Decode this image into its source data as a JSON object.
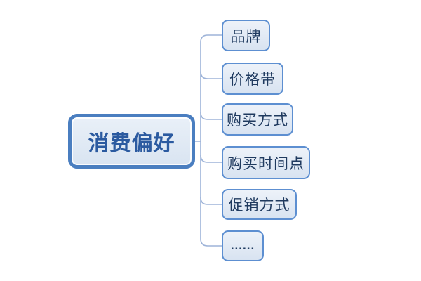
{
  "diagram": {
    "type": "mindmap",
    "root": {
      "label": "消费偏好"
    },
    "children": [
      {
        "label": "品牌"
      },
      {
        "label": "价格带"
      },
      {
        "label": "购买方式"
      },
      {
        "label": "购买时间点"
      },
      {
        "label": "促销方式"
      },
      {
        "label": "......"
      }
    ],
    "colors": {
      "background": "#ffffff",
      "root_border": "#4a7ec0",
      "root_fill": "#dfe8f4",
      "root_text": "#2b5aa0",
      "child_border": "#5d8fd1",
      "child_fill": "#dde7f3",
      "child_text": "#1f3a5f",
      "connector": "#9db3d8"
    }
  }
}
